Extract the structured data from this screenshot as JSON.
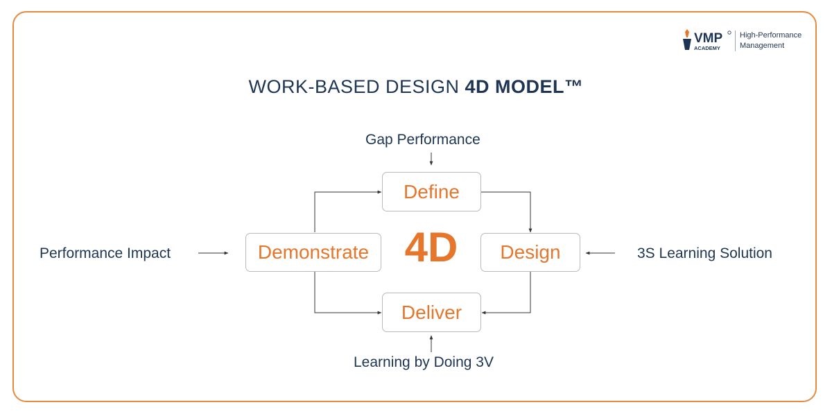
{
  "logo": {
    "brand": "VMP",
    "sub": "ACADEMY",
    "tagline_1": "High-Performance",
    "tagline_2": "Management"
  },
  "title": {
    "part1": "WORK-BASED DESIGN ",
    "part2": "4D MODEL™"
  },
  "center_label": "4D",
  "stages": {
    "define": "Define",
    "design": "Design",
    "deliver": "Deliver",
    "demonstrate": "Demonstrate"
  },
  "inputs": {
    "top": "Gap Performance",
    "right": "3S Learning Solution",
    "bottom": "Learning by Doing 3V",
    "left": "Performance Impact"
  },
  "colors": {
    "accent": "#e5762c",
    "border": "#e58a3f",
    "text": "#1d3552"
  }
}
